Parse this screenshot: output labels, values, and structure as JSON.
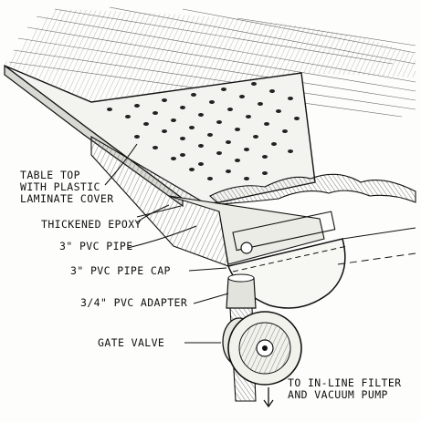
{
  "labels": {
    "table_top_line1": "TABLE TOP",
    "table_top_line2": "WITH PLASTIC",
    "table_top_line3": "LAMINATE COVER",
    "epoxy": "THICKENED EPOXY",
    "pipe": "3\" PVC PIPE",
    "pipe_cap": "3\" PVC PIPE CAP",
    "adapter": "3/4\" PVC ADAPTER",
    "gate_valve": "GATE VALVE",
    "to_line1": "TO IN-LINE FILTER",
    "to_line2": "AND VACUUM PUMP"
  }
}
